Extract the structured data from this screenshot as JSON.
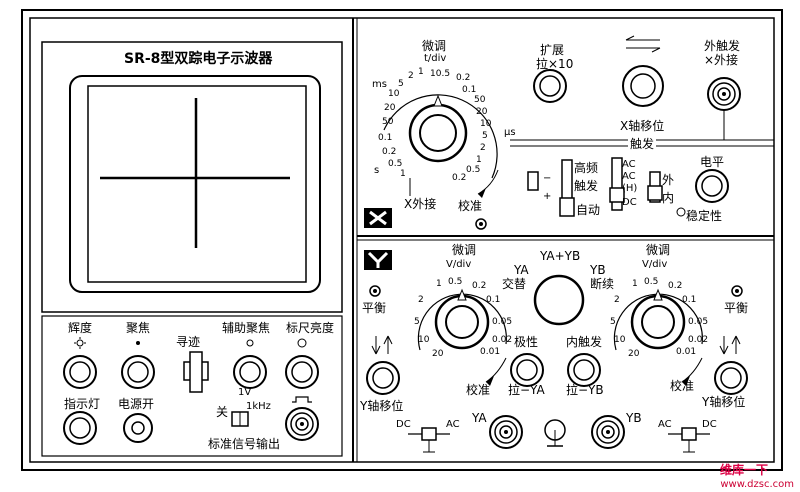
{
  "title": "SR-8型双踪电子示波器",
  "left": {
    "brightness": "辉度",
    "focus": "聚焦",
    "trace": "寻迹",
    "aux_focus": "辅助聚焦",
    "scale_brightness": "标尺亮度",
    "indicator": "指示灯",
    "power": "电源开",
    "off": "关",
    "cal_v": "1V",
    "cal_f": "1kHz",
    "cal_out": "标准信号输出"
  },
  "timebase": {
    "fine": "微调",
    "unit": "t/div",
    "ms": "ms",
    "us": "μs",
    "s": "s",
    "ticks_ms": [
      "50",
      "20",
      "10",
      "5",
      "2",
      "1"
    ],
    "ticks_top": [
      "10.5",
      "0.2",
      "0.1"
    ],
    "ticks_us": [
      "50",
      "20",
      "10",
      "5",
      "2",
      "1",
      "0.5",
      "0.2"
    ],
    "ticks_s": [
      "0.1",
      "0.2",
      "0.5",
      "1"
    ],
    "xext": "X外接",
    "calib": "校准"
  },
  "horizontal": {
    "expand": "扩展",
    "pull10": "拉×10",
    "xpos": "X轴移位",
    "ext_trig": "外触发",
    "ext_in": "×外接"
  },
  "trigger": {
    "title": "触发",
    "hf": "高频",
    "trig": "触发",
    "auto": "自动",
    "ac": "AC",
    "ach": "AC",
    "h": "(H)",
    "dc": "DC",
    "ext": "外",
    "int": "内",
    "level": "电平",
    "stability": "稳定性",
    "minus": "−",
    "plus": "+"
  },
  "vertical": {
    "x_badge": "X",
    "y_badge": "Y",
    "fine_l": "微调",
    "fine_r": "微调",
    "vdiv_l": "V/div",
    "vdiv_r": "V/div",
    "ya_yb": "YA+YB",
    "ya": "YA",
    "yb": "YB",
    "alt": "交替",
    "chop": "断续",
    "balance_l": "平衡",
    "balance_r": "平衡",
    "ticks_l": [
      "1",
      "0.5",
      "0.2",
      "2",
      "0.1",
      "5",
      "0.05",
      "10",
      "0.02",
      "20",
      "0.01"
    ],
    "ticks_r": [
      "1",
      "0.5",
      "0.2",
      "2",
      "0.1",
      "5",
      "0.05",
      "10",
      "0.02",
      "20",
      "0.01"
    ],
    "polarity": "极性",
    "int_trig": "内触发",
    "pull_ya": "拉−YA",
    "pull_yb": "拉−YB",
    "calib_l": "校准",
    "calib_r": "校准",
    "ypos_l": "Y轴移位",
    "ypos_r": "Y轴移位",
    "dc_l": "DC",
    "ac_l": "AC",
    "ac_r": "AC",
    "dc_r": "DC",
    "in_ya": "YA",
    "in_yb": "YB"
  },
  "watermark": {
    "site": "www.dzsc.com",
    "brand": "维库一下"
  }
}
